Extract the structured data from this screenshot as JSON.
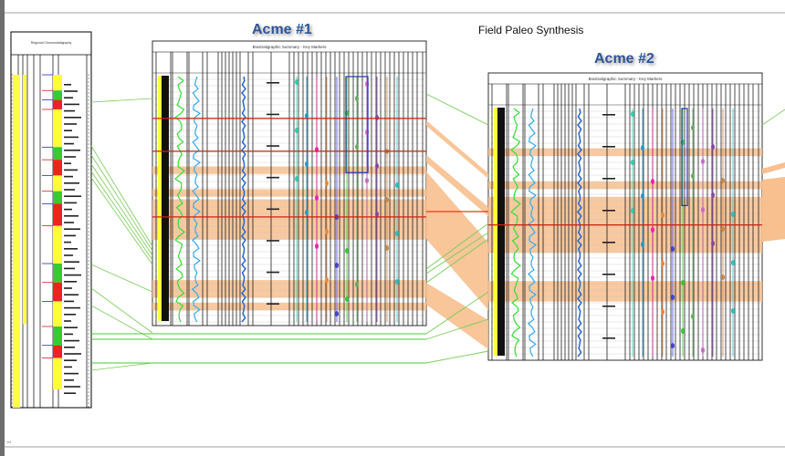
{
  "page": {
    "title": "Field Paleo Synthesis",
    "footer_mark": "▪▪▪"
  },
  "reference_column": {
    "header": "Regional Chronostratigraphy",
    "units": [
      {
        "color": "#ffff33",
        "from": 0.0,
        "to": 0.05
      },
      {
        "color": "#33cc33",
        "from": 0.05,
        "to": 0.08
      },
      {
        "color": "#ee2222",
        "from": 0.08,
        "to": 0.11
      },
      {
        "color": "#ffff33",
        "from": 0.11,
        "to": 0.23
      },
      {
        "color": "#33cc33",
        "from": 0.23,
        "to": 0.27
      },
      {
        "color": "#ee2222",
        "from": 0.27,
        "to": 0.32
      },
      {
        "color": "#ffff33",
        "from": 0.32,
        "to": 0.37
      },
      {
        "color": "#33cc33",
        "from": 0.37,
        "to": 0.41
      },
      {
        "color": "#ee2222",
        "from": 0.41,
        "to": 0.48
      },
      {
        "color": "#ffff33",
        "from": 0.48,
        "to": 0.6
      },
      {
        "color": "#33cc33",
        "from": 0.6,
        "to": 0.66
      },
      {
        "color": "#ee2222",
        "from": 0.66,
        "to": 0.72
      },
      {
        "color": "#ffff33",
        "from": 0.72,
        "to": 0.8
      },
      {
        "color": "#33cc33",
        "from": 0.8,
        "to": 0.86
      },
      {
        "color": "#ee2222",
        "from": 0.86,
        "to": 0.9
      },
      {
        "color": "#ffff33",
        "from": 0.9,
        "to": 1.0
      }
    ]
  },
  "wells": [
    {
      "name": "Acme #1",
      "panel_header": "Biostratigraphic Summary - Key Markers",
      "highlight_bands": [
        {
          "from": 0.37,
          "to": 0.4
        },
        {
          "from": 0.46,
          "to": 0.49
        },
        {
          "from": 0.5,
          "to": 0.66
        },
        {
          "from": 0.82,
          "to": 0.89
        },
        {
          "from": 0.91,
          "to": 0.94
        }
      ],
      "red_lines": [
        0.18,
        0.31,
        0.57
      ]
    },
    {
      "name": "Acme #2",
      "panel_header": "Biostratigraphic Summary - Key Markers",
      "highlight_bands": [
        {
          "from": 0.17,
          "to": 0.2
        },
        {
          "from": 0.3,
          "to": 0.33
        },
        {
          "from": 0.36,
          "to": 0.58
        },
        {
          "from": 0.69,
          "to": 0.77
        }
      ],
      "red_lines": [
        0.47
      ]
    }
  ],
  "correlations": {
    "band_color": "#f7c08e",
    "line_color": "#66cc44"
  }
}
